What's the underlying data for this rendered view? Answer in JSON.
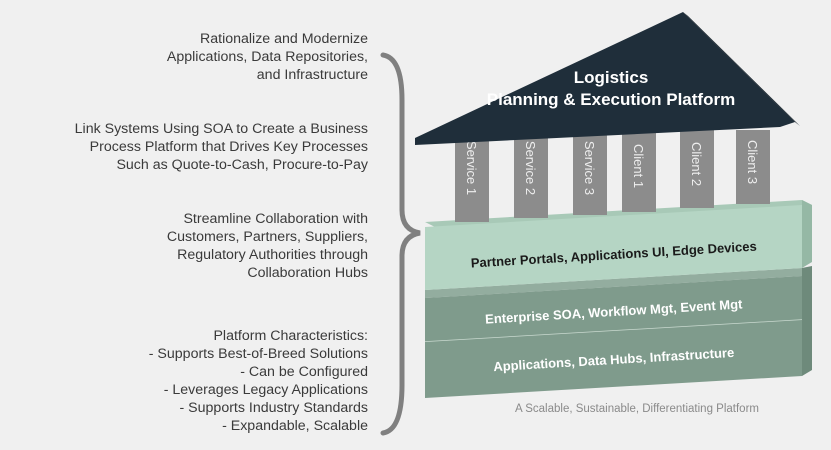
{
  "text_blocks": [
    {
      "lines": [
        "Rationalize and Modernize",
        "Applications, Data Repositories,",
        "and Infrastructure"
      ]
    },
    {
      "lines": [
        "Link Systems Using SOA to Create a Business",
        "Process Platform that Drives Key Processes",
        "Such as Quote-to-Cash, Procure-to-Pay"
      ]
    },
    {
      "lines": [
        "Streamline Collaboration with",
        "Customers, Partners, Suppliers,",
        "Regulatory Authorities through",
        "Collaboration Hubs"
      ]
    },
    {
      "lines": [
        "Platform Characteristics:",
        "- Supports Best-of-Breed Solutions",
        "- Can be Configured",
        "- Leverages Legacy Applications",
        "- Supports Industry Standards",
        "- Expandable, Scalable"
      ]
    }
  ],
  "roof": {
    "title_line1": "Logistics",
    "title_line2": "Planning & Execution Platform"
  },
  "pillars": [
    "Service 1",
    "Service 2",
    "Service 3",
    "Client 1",
    "Client 2",
    "Client 3"
  ],
  "layers": {
    "top": "Partner Portals, Applications UI, Edge Devices",
    "middle": "Enterprise SOA, Workflow Mgt, Event Mgt",
    "bottom": "Applications, Data Hubs, Infrastructure"
  },
  "caption": "A Scalable, Sustainable, Differentiating Platform",
  "colors": {
    "roof": "#1f2e3a",
    "pillar": "#8c8c8c",
    "top_layer": "#b5d5c4",
    "lower_layer": "#7f9b8c",
    "brace": "#808080",
    "text": "#3a3a3a"
  }
}
